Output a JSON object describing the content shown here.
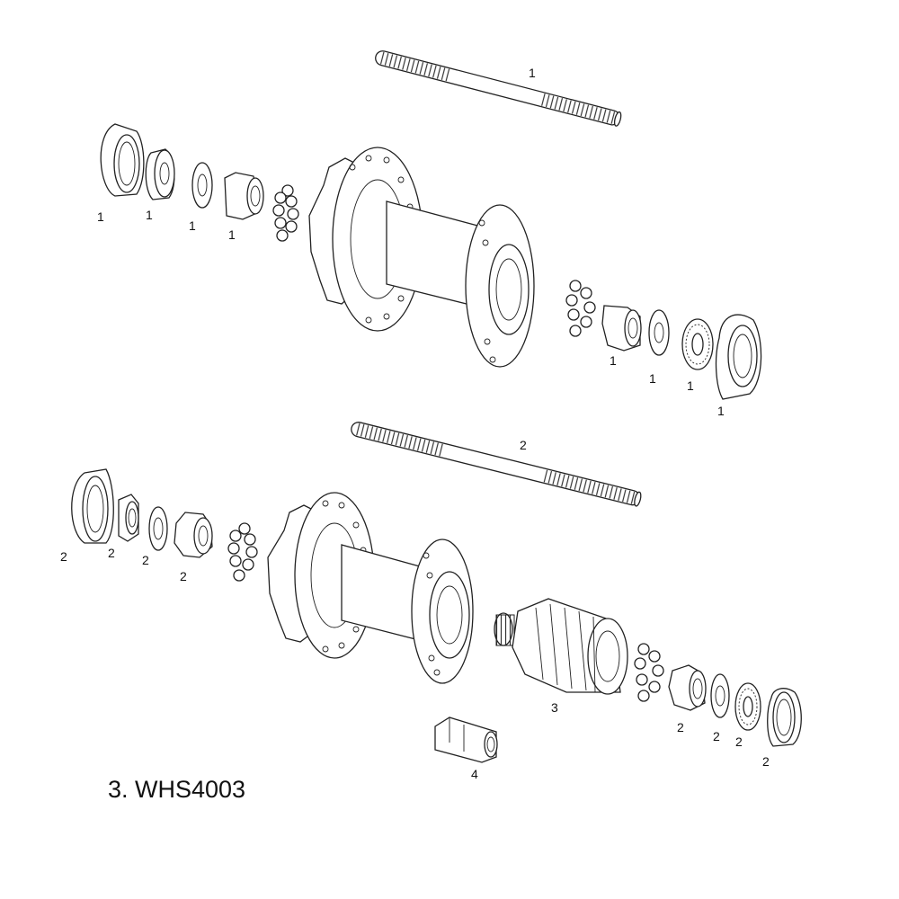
{
  "diagram": {
    "caption": "3. WHS4003",
    "callouts": {
      "front_axle": "1",
      "front_end_cap_left": "1",
      "front_locknut_left": "1",
      "front_washer_left": "1",
      "front_cone_left": "1",
      "front_cone_right": "1",
      "front_washer_right": "1",
      "front_locknut_right": "1",
      "front_end_cap_right": "1",
      "rear_axle": "2",
      "rear_end_cap_left": "2",
      "rear_locknut_left": "2",
      "rear_washer_left": "2",
      "rear_cone_left": "2",
      "freehub_body": "3",
      "rear_cone_right": "2",
      "rear_washer_right": "2",
      "rear_locknut_right": "2",
      "rear_end_cap_right": "2",
      "tool": "4"
    }
  }
}
